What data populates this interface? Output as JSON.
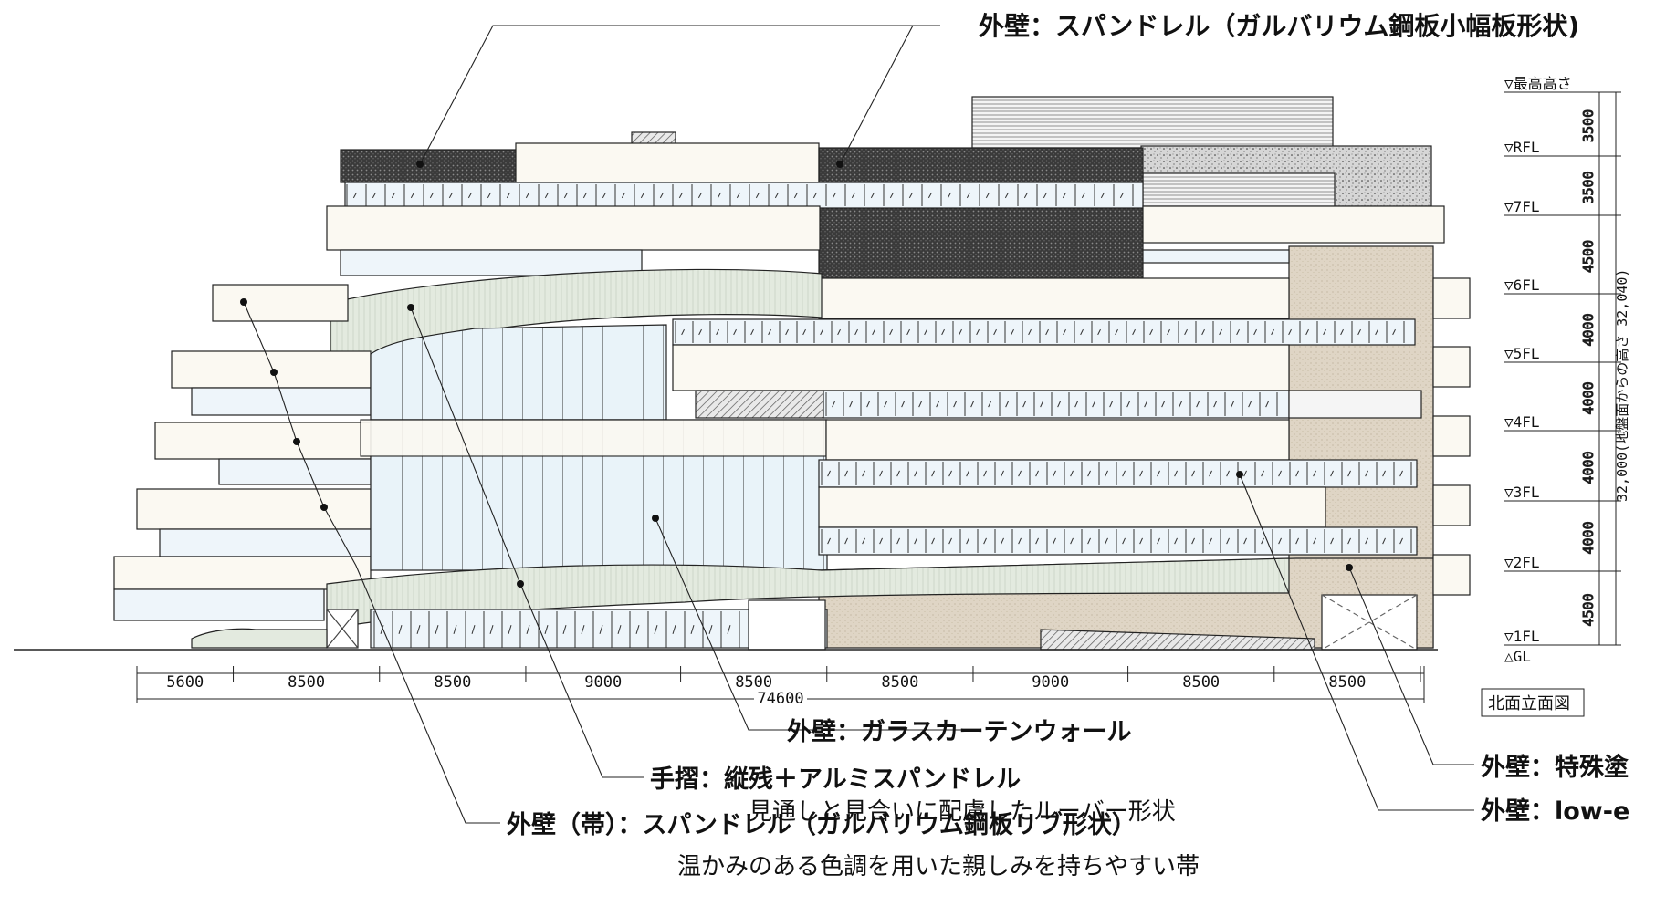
{
  "callouts": {
    "top": "外壁：スパンドレル（ガルバリウム鋼板小幅板形状)",
    "glass": "外壁：ガラスカーテンウォール",
    "handrail_1": "手摺：縦残＋アルミスパンドレル",
    "handrail_2": "見通しと見合いに配慮したルーバー形状",
    "band_1": "外壁（帯）：スパンドレル（ガルバリウム鋼板リブ形状）",
    "band_2": "温かみのある色調を用いた親しみを持ちやすい帯",
    "special": "外壁：特殊塗",
    "lowe": "外壁：low-e"
  },
  "levels": [
    {
      "label": "▽最高高さ",
      "height": 3500
    },
    {
      "label": "▽RFL",
      "height": 3500
    },
    {
      "label": "▽7FL",
      "height": 4500
    },
    {
      "label": "▽6FL",
      "height": 4000
    },
    {
      "label": "▽5FL",
      "height": 4000
    },
    {
      "label": "▽4FL",
      "height": 4000
    },
    {
      "label": "▽3FL",
      "height": 4000
    },
    {
      "label": "▽2FL",
      "height": 4500
    },
    {
      "label": "▽1FL",
      "height": null
    },
    {
      "label": "△GL",
      "height": null
    }
  ],
  "total_height_label": "32,000(地盤面からの高さ 32,040)",
  "spans": [
    "5600",
    "8500",
    "8500",
    "9000",
    "8500",
    "8500",
    "9000",
    "8500",
    "8500"
  ],
  "total_width": "74600",
  "drawing_title": "北面立面図",
  "colors": {
    "ink": "#1a1a1a",
    "slab": "#fbf9f2",
    "glass": "#e9f3f9",
    "band": "#e3eadf",
    "special": "#dfd5c5",
    "dark": "#3c3c3c",
    "stipple": "#c8c8c8"
  }
}
